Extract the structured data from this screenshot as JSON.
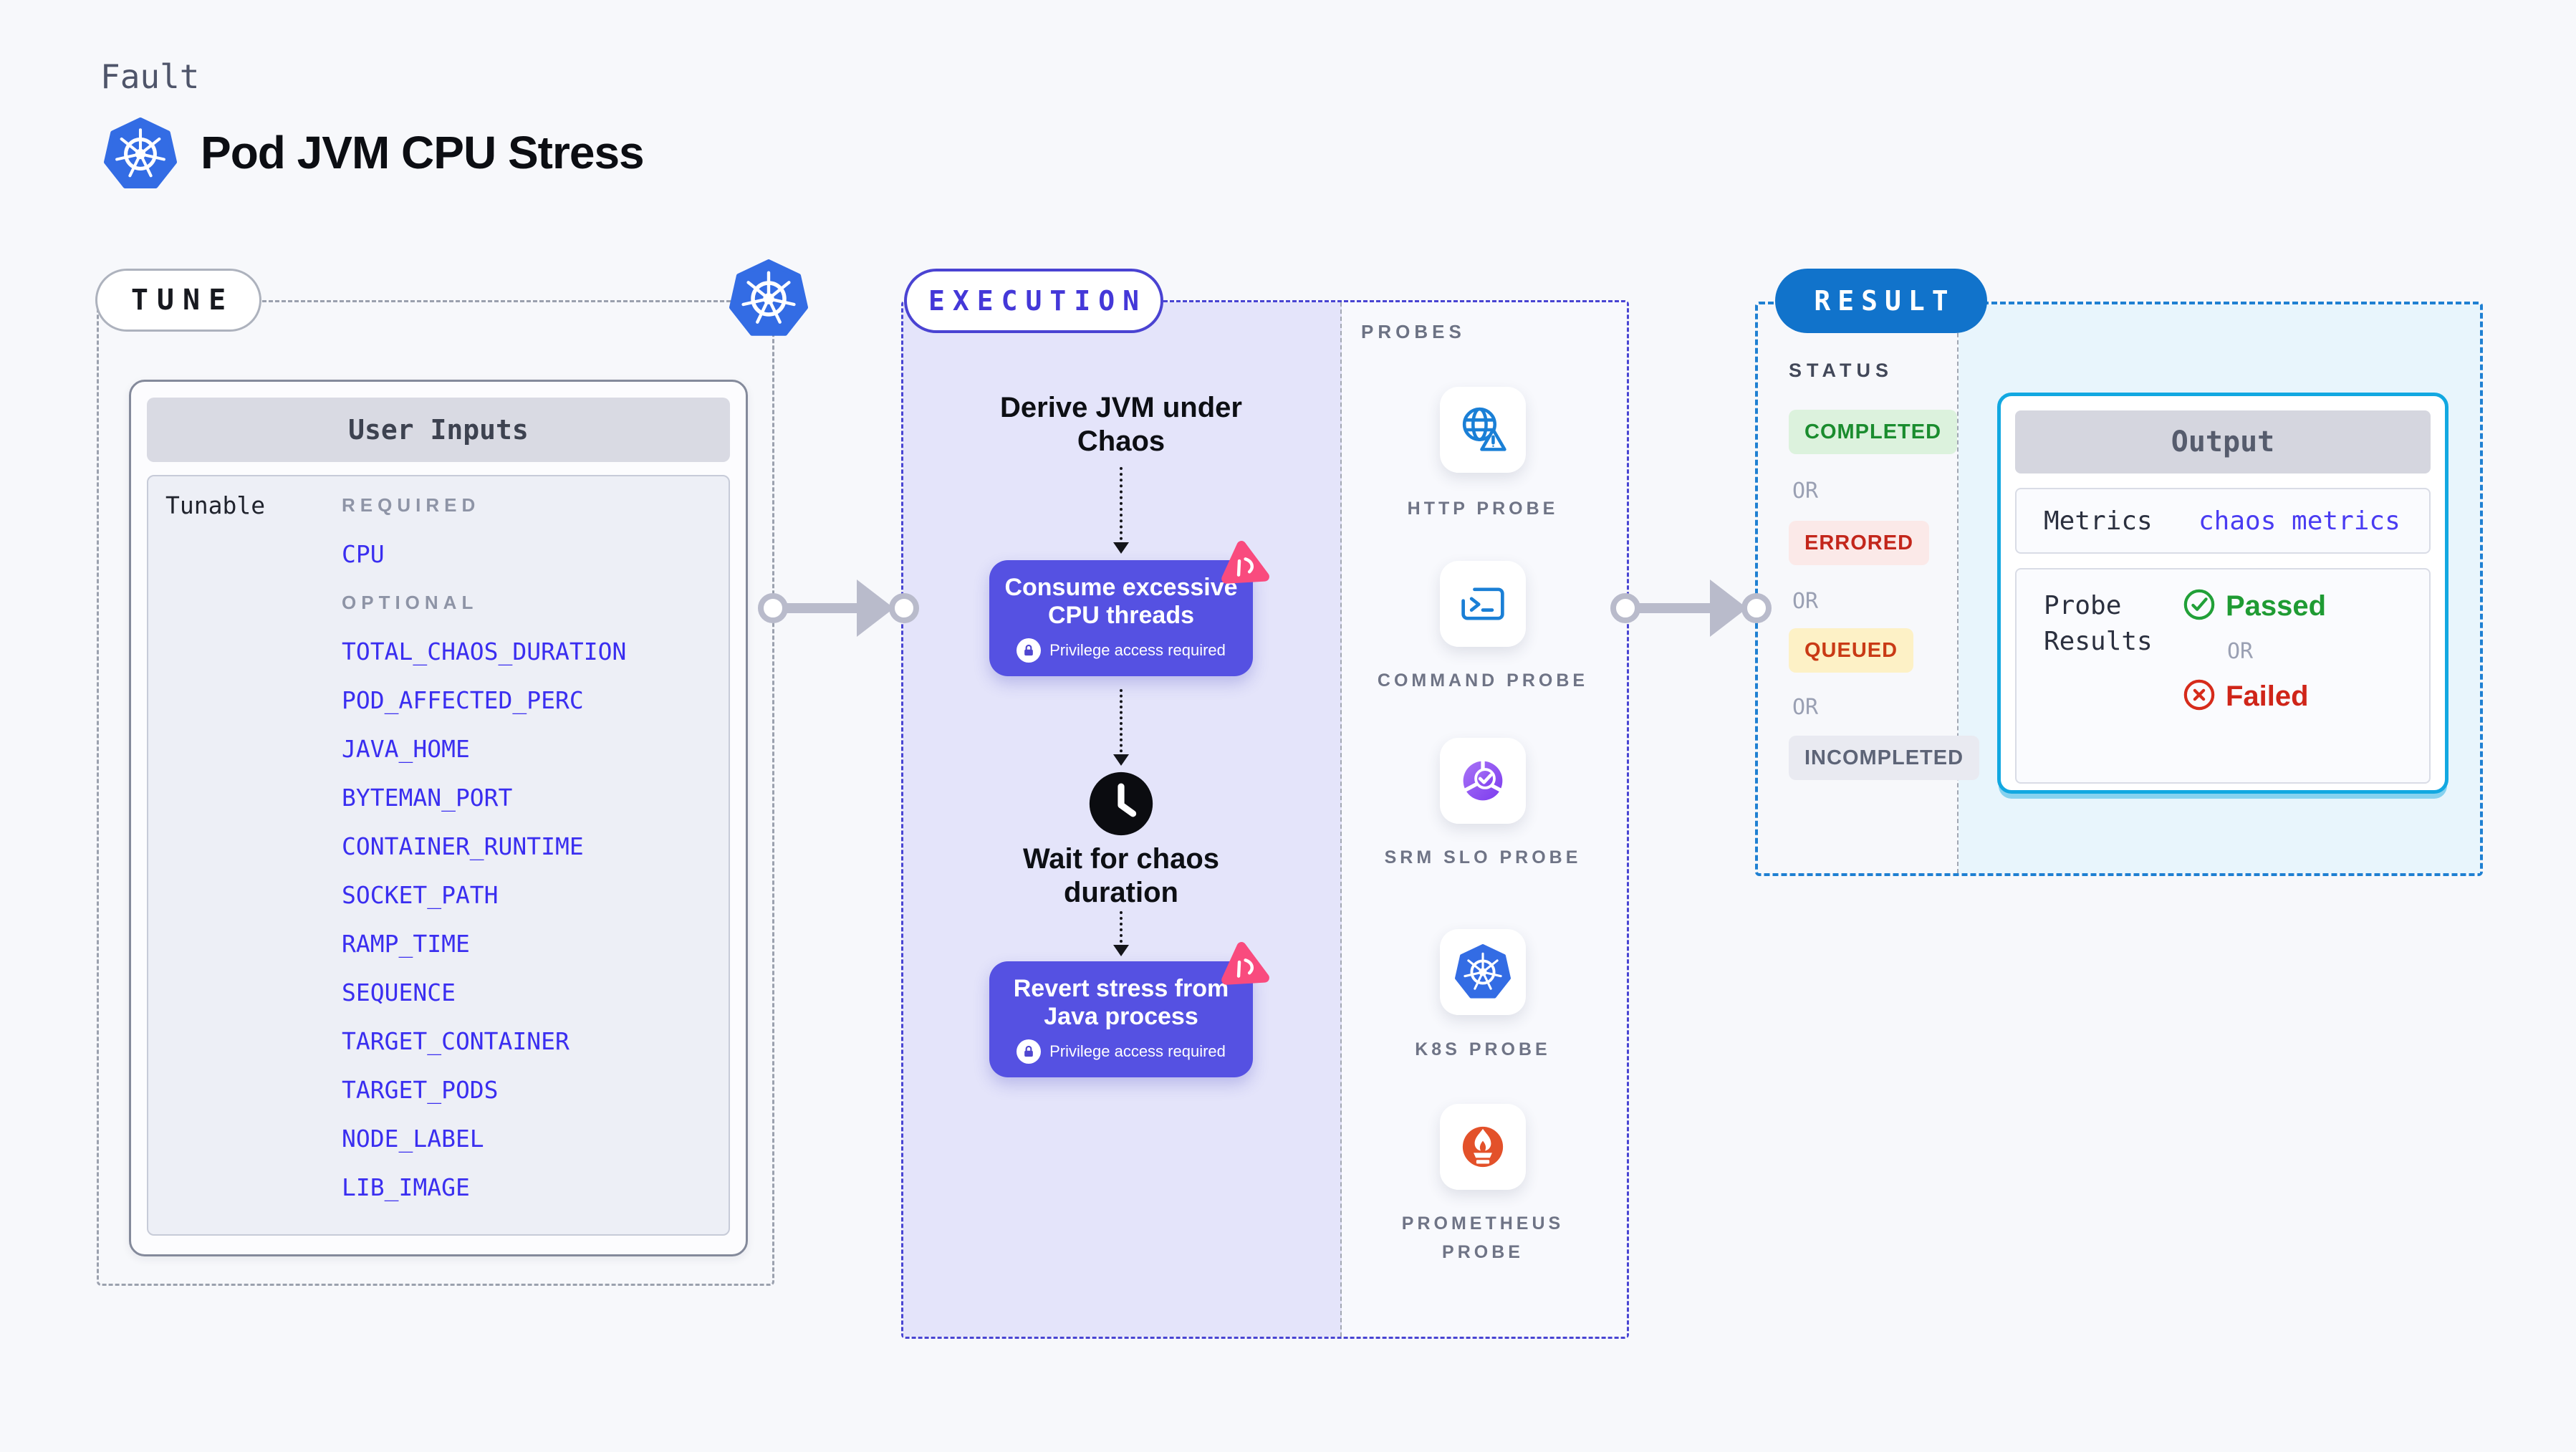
{
  "header": {
    "category": "Fault",
    "title": "Pod JVM CPU Stress"
  },
  "tune": {
    "pill": "TUNE",
    "card_title": "User Inputs",
    "row_label": "Tunable",
    "required_heading": "REQUIRED",
    "required_params": [
      "CPU"
    ],
    "optional_heading": "OPTIONAL",
    "optional_params": [
      "TOTAL_CHAOS_DURATION",
      "POD_AFFECTED_PERC",
      "JAVA_HOME",
      "BYTEMAN_PORT",
      "CONTAINER_RUNTIME",
      "SOCKET_PATH",
      "RAMP_TIME",
      "SEQUENCE",
      "TARGET_CONTAINER",
      "TARGET_PODS",
      "NODE_LABEL",
      "LIB_IMAGE"
    ]
  },
  "execution": {
    "pill": "EXECUTION",
    "flow": {
      "step1_title": "Derive JVM under Chaos",
      "step2_title": "Consume excessive CPU threads",
      "privilege_note": "Privilege access required",
      "wait_title": "Wait for chaos duration",
      "step3_title": "Revert stress from Java process"
    },
    "probes_heading": "PROBES",
    "probes": [
      {
        "label": "HTTP PROBE",
        "icon": "globe-alert-icon"
      },
      {
        "label": "COMMAND PROBE",
        "icon": "terminal-icon"
      },
      {
        "label": "SRM SLO PROBE",
        "icon": "slo-pie-check-icon"
      },
      {
        "label": "K8S PROBE",
        "icon": "kubernetes-icon"
      },
      {
        "label": "PROMETHEUS PROBE",
        "icon": "prometheus-icon"
      }
    ]
  },
  "result": {
    "pill": "RESULT",
    "status_heading": "STATUS",
    "or_label": "OR",
    "statuses": [
      {
        "label": "COMPLETED",
        "kind": "completed",
        "bg": "#dcf2dd",
        "color": "#1a8c2e"
      },
      {
        "label": "ERRORED",
        "kind": "errored",
        "bg": "#fbe9e8",
        "color": "#c3261b"
      },
      {
        "label": "QUEUED",
        "kind": "queued",
        "bg": "#fdf1c6",
        "color": "#c93a15"
      },
      {
        "label": "INCOMPLETED",
        "kind": "incompleted",
        "bg": "#e9eaf1",
        "color": "#5d6477"
      }
    ],
    "output": {
      "title": "Output",
      "metrics_label": "Metrics",
      "metrics_value": "chaos metrics",
      "probe_results_label": "Probe Results",
      "passed_label": "Passed",
      "or_label": "OR",
      "failed_label": "Failed"
    }
  },
  "icons": {
    "kubernetes-icon": "blue heptagon with white ship wheel",
    "globe-alert-icon": "blue globe with warning triangle",
    "terminal-icon": "blue command prompt window",
    "slo-pie-check-icon": "purple pie chart with check mark",
    "prometheus-icon": "orange circle with white torch flame",
    "lock-icon": "purple padlock in white circle",
    "clock-icon": "black clock face with white hands",
    "litmus-pinwheel-icon": "pink rounded triangle pinwheel",
    "check-circle-icon": "green circled check",
    "x-circle-icon": "red circled x",
    "flow-arrow-icon": "gray arrow with circle endpoints"
  },
  "colors": {
    "page_bg": "#f7f8fb",
    "tune_border": "#9ba1ae",
    "exec_border": "#4945d3",
    "exec_flow_bg": "#e4e4fa",
    "result_border": "#1f80d2",
    "result_pill_bg": "#1173cb",
    "result_output_bg": "#e8f5fc",
    "step_box_bg": "#5551e2",
    "param_blue": "#3a2ef0",
    "output_card_border": "#12a8e1",
    "passed_green": "#1f9b33",
    "failed_red": "#cf2519"
  }
}
